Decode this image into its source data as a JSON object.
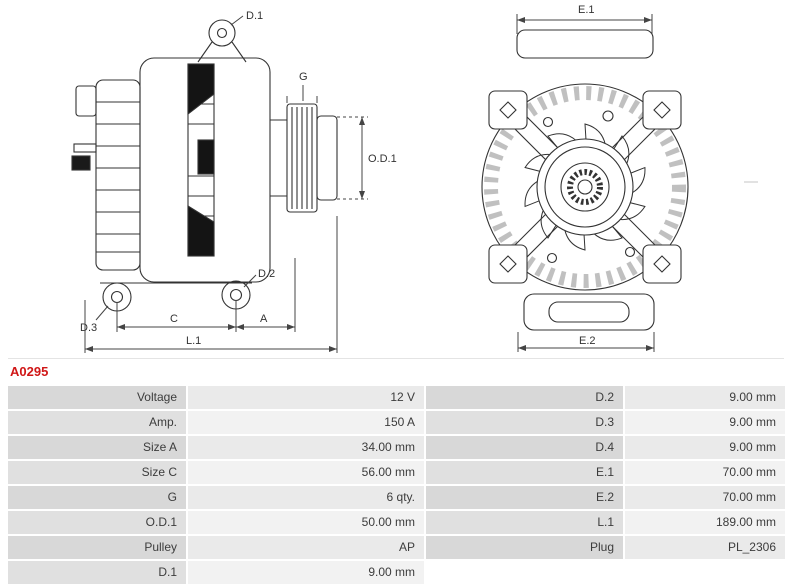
{
  "product_code": "A0295",
  "colors": {
    "product_code_red": "#d01717",
    "line_color": "#333333",
    "table_label_bg": "#d8d8d8",
    "table_value_bg": "#eaeaea"
  },
  "diagram": {
    "side_view": {
      "d1": "D.1",
      "g": "G",
      "od1": "O.D.1",
      "d2": "D.2",
      "d3": "D.3",
      "c": "C",
      "a": "A",
      "l1": "L.1"
    },
    "front_view": {
      "e1": "E.1",
      "e2": "E.2"
    }
  },
  "specs": {
    "rows": [
      {
        "label_left": "Voltage",
        "value_left": "12 V",
        "label_right": "D.2",
        "value_right": "9.00 mm"
      },
      {
        "label_left": "Amp.",
        "value_left": "150 A",
        "label_right": "D.3",
        "value_right": "9.00 mm"
      },
      {
        "label_left": "Size A",
        "value_left": "34.00 mm",
        "label_right": "D.4",
        "value_right": "9.00 mm"
      },
      {
        "label_left": "Size C",
        "value_left": "56.00 mm",
        "label_right": "E.1",
        "value_right": "70.00 mm"
      },
      {
        "label_left": "G",
        "value_left": "6 qty.",
        "label_right": "E.2",
        "value_right": "70.00 mm"
      },
      {
        "label_left": "O.D.1",
        "value_left": "50.00 mm",
        "label_right": "L.1",
        "value_right": "189.00 mm"
      },
      {
        "label_left": "Pulley",
        "value_left": "AP",
        "label_right": "Plug",
        "value_right": "PL_2306"
      },
      {
        "label_left": "D.1",
        "value_left": "9.00 mm",
        "label_right": "",
        "value_right": ""
      }
    ]
  }
}
